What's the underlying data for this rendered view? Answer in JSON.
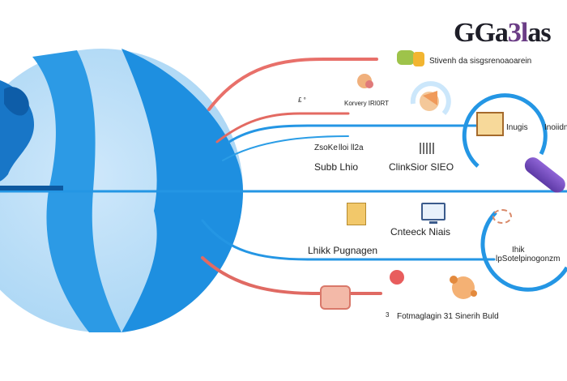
{
  "brand": {
    "main": "GGa",
    "accent": "3l",
    "rest": "as"
  },
  "colors": {
    "globe_dark": "#1e8fe0",
    "globe_light": "#a9d6f5",
    "connector_blue": "#2496e4",
    "connector_red": "#e0605a",
    "purple_accent": "#7b4fc4"
  },
  "labels": {
    "top_right": "Stivenh da sisgsrenoaoarein",
    "row2_small": "Korvery IRI0RT",
    "row2_left_small": "£ °",
    "row3_right": "Inoiidn",
    "row3_mid_left": "Inugis",
    "row4_block_1": "ZsoKe",
    "row4_block_2": "lloi ll2a",
    "row4_block_3": "Subb  Lhio",
    "row4_right": "ClinkSior SIEO",
    "row5_left": "Lhikk Pugnagen",
    "row5_right": "Cnteeck Niais",
    "row6_right_1": "Ihik",
    "row6_right_2": "lpSotelpinogonzm",
    "row7_bottom": "Fotmaglagin 31 Sinerih Buld",
    "row7_left_small": "3",
    "icons": [
      "globe-graphic",
      "character-icon",
      "photo-frame-icon",
      "pen-icon",
      "monitor-icon",
      "document-icon",
      "plug-icon",
      "splash-icon"
    ]
  }
}
